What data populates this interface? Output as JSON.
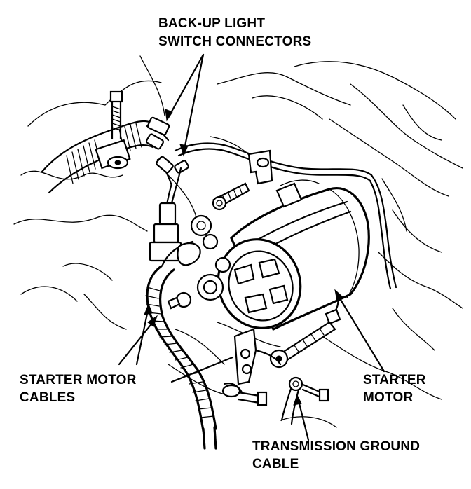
{
  "labels": {
    "backup_line1": "BACK-UP LIGHT",
    "backup_line2": "SWITCH CONNECTORS",
    "starter_cables_line1": "STARTER MOTOR",
    "starter_cables_line2": "CABLES",
    "starter_motor_line1": "STARTER",
    "starter_motor_line2": "MOTOR",
    "ground_line1": "TRANSMISSION GROUND",
    "ground_line2": "CABLE"
  },
  "colors": {
    "ink": "#000000",
    "paper": "#ffffff"
  }
}
